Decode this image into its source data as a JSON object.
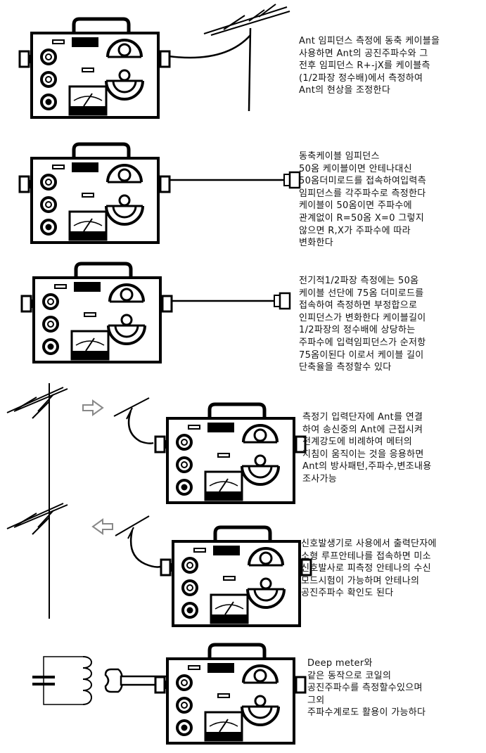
{
  "panels": [
    {
      "id": "ant-impedance",
      "lines": [
        "Ant 임피던스 측정에 동축 케이블을",
        "사용하면 Ant의 공진주파수와 그",
        "전후 임피던스 R+-jX를 케이블측",
        "(1/2파장 정수배)에서 측정하여",
        "Ant의 현상을 조정한다"
      ]
    },
    {
      "id": "coax-impedance",
      "lines": [
        "동축케이블 임피던스",
        "50옴 케이블이면 안테나대신",
        "50옴더미로드를 접속하여입력측",
        "임피던스를 각주파수로 측정한다",
        "케이블이 50옴이면 주파수에",
        "관계없이 R=50옴 X=0 그렇지",
        "않으면 R,X가 주파수에 따라",
        "변화한다"
      ]
    },
    {
      "id": "half-wave",
      "lines": [
        "전기적1/2파장 측정에는 50옴",
        "케이블 선단에 75옴 더미로드를",
        "접속하여 측정하면 부정합으로",
        "인피던스가 변화한다 케이블길이",
        "1/2파장의 정수배에 상당하는",
        "주파수에 입력임피던스가 순저항",
        "75옴이된다 이로서 케이블 길이",
        "단축율을 측정할수 있다"
      ]
    },
    {
      "id": "field-strength",
      "lines": [
        "측정기 입력단자에 Ant를 연결",
        "하여 송신중의 Ant에 근접시켜",
        "전계강도에 비례하여 메터의",
        "지침이 움직이는 것을 응용하면",
        "Ant의 방사패턴,주파수,변조내용",
        "조사가능"
      ]
    },
    {
      "id": "signal-generator",
      "lines": [
        "신호발생기로 사용에서 출력단자에",
        "소형 루프안테나를 접속하면 미소",
        "신호발사로 피측정 안테나의 수신",
        "모드시험이 가능하며 안테나의",
        "공진주파수 확인도 된다"
      ]
    },
    {
      "id": "dip-meter",
      "lines": [
        "Deep meter와",
        "같은 동작으로 코일의",
        "공진주파수를 측정할수있으며",
        "그외",
        "주파수계로도 활용이 가능하다"
      ]
    }
  ]
}
